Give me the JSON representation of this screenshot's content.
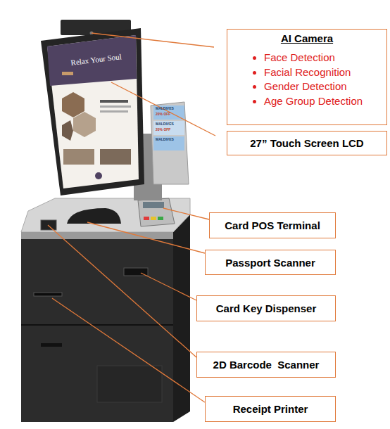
{
  "diagram": {
    "nodes": [
      {
        "text": [
          "AI Camera",
          "Face Detection",
          "Facial Recognition",
          "Gender Detection",
          "Age Group Detection"
        ]
      },
      {
        "text": [
          "27” Touch Screen LCD"
        ]
      },
      {
        "text": [
          "Card POS Terminal"
        ]
      },
      {
        "text": [
          "Passport Scanner"
        ]
      },
      {
        "text": [
          "Card Key Dispenser"
        ]
      },
      {
        "text": [
          "2D Barcode  Scanner"
        ]
      },
      {
        "text": [
          "Receipt Printer"
        ]
      }
    ],
    "labels": [
      "Relax Your Soul",
      "MALDIVES",
      "20% OFF",
      "MALDIVES",
      "20% OFF",
      "MALDIVES"
    ]
  }
}
